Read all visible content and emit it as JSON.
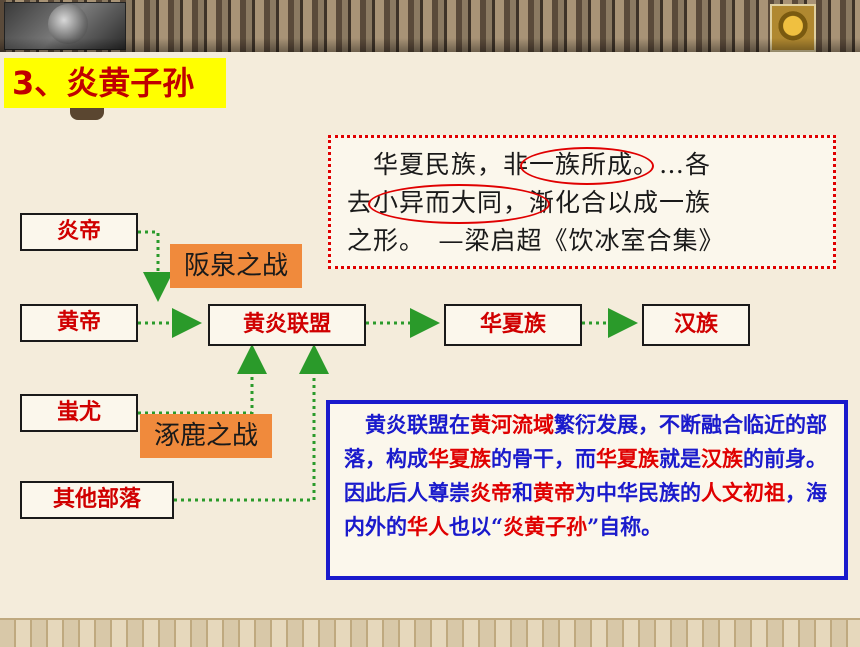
{
  "title": "3、炎黄子孙",
  "quote": {
    "line1": "　华夏民族，非一族所成。…各",
    "line2": "去小异而大同，渐化合以成一族",
    "line3": "之形。　—梁启超《饮冰室合集》"
  },
  "nodes": {
    "yandi": "炎帝",
    "huangdi": "黄帝",
    "chiyou": "蚩尤",
    "others": "其他部落",
    "alliance": "黄炎联盟",
    "huaxia": "华夏族",
    "han": "汉族"
  },
  "battles": {
    "banquan": "阪泉之战",
    "zhuolu": "涿鹿之战"
  },
  "description": {
    "p1": "黄炎联盟在",
    "p2": "黄河流域",
    "p3": "繁衍发展，不断融合临近的部落，构成",
    "p4": "华夏族",
    "p5": "的骨干，而",
    "p6": "华夏族",
    "p7": "就是",
    "p8": "汉族",
    "p9": "的前身。因此后人尊崇",
    "p10": "炎帝",
    "p11": "和",
    "p12": "黄帝",
    "p13": "为中华民族的",
    "p14": "人文初祖",
    "p15": "，海内外的",
    "p16": "华人",
    "p17": "也以“",
    "p18": "炎黄子孙",
    "p19": "”自称。"
  },
  "colors": {
    "title_bg": "#ffff00",
    "title_text": "#c00000",
    "node_text": "#d00000",
    "arrow": "#2a9a2a",
    "battle_bg": "#f08a3c",
    "desc_border": "#1a1acc",
    "quote_border": "#e00000"
  }
}
